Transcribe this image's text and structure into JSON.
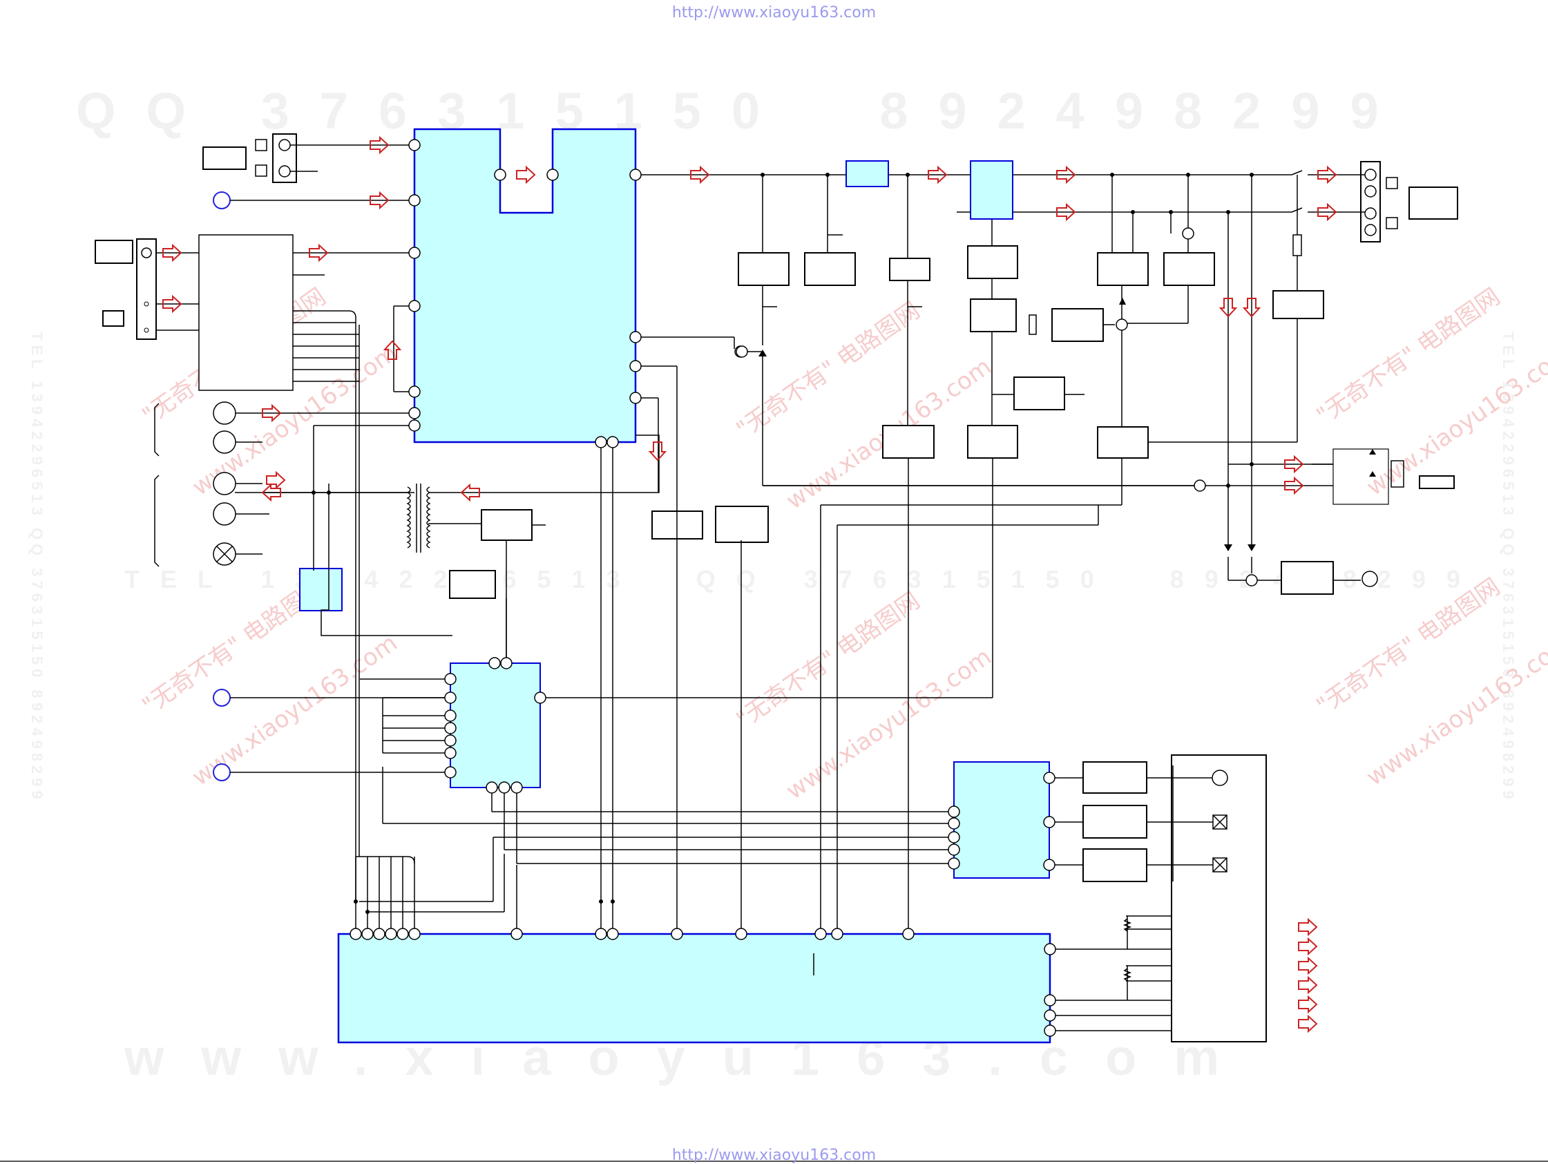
{
  "header": {
    "url": "http://www.xiaoyu163.com"
  },
  "footer": {
    "url": "http://www.xiaoyu163.com"
  },
  "watermarks": {
    "qq_row": "QQ 376315150  892498299",
    "tel_row": "TEL 13942296513  QQ 376315150  892498299",
    "www_row": "www.xiaoyu163.com",
    "side_left": "TEL 13942296513 QQ 376315150 892498299",
    "side_right": "TEL 13942296513 QQ 376315150 892498299",
    "stamp_line1": "\"无奇不有\" 电路图网",
    "stamp_line2": "www.xiaoyu163.com"
  },
  "colors": {
    "ic_fill": "#c8ffff",
    "ic_border": "#0000dd",
    "wire": "#000000",
    "signal_arrow": "#cc2222",
    "terminal_ring": "#2222dd"
  }
}
